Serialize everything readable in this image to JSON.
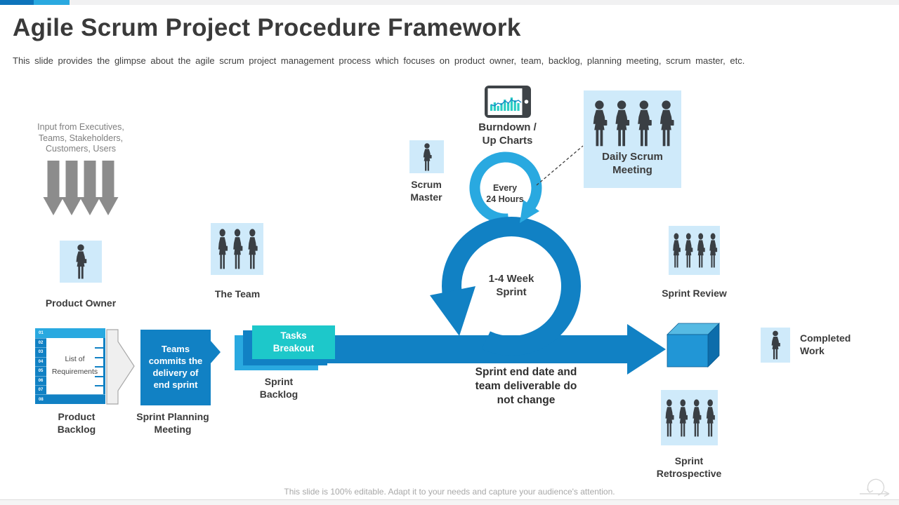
{
  "slide": {
    "title": "Agile Scrum Project Procedure Framework",
    "subtitle": "This slide provides the glimpse about the agile scrum project management process which focuses on product owner, team, backlog, planning meeting, scrum master, etc.",
    "footer": "This slide is 100% editable. Adapt it to your needs and capture your audience's attention."
  },
  "diagram": {
    "input_note": "Input from Executives,\nTeams, Stakeholders,\nCustomers, Users",
    "product_owner_label": "Product Owner",
    "team_label": "The Team",
    "scrum_master_label": "Scrum\nMaster",
    "burndown_label": "Burndown /\nUp Charts",
    "daily_scrum_label": "Daily Scrum\nMeeting",
    "every_24_hours_label": "Every\n24 Hours",
    "sprint_loop_label": "1-4 Week\nSprint",
    "sprint_review_label": "Sprint Review",
    "completed_work_label": "Completed\nWork",
    "sprint_retrospective_label": "Sprint\nRetrospective",
    "arrow_note": "Sprint end date and\nteam deliverable do\nnot change",
    "product_backlog": {
      "row_numbers": [
        "01",
        "02",
        "03",
        "04",
        "05",
        "06",
        "07",
        "08"
      ],
      "panel_text": "List of\nRequirements",
      "label": "Product\nBacklog"
    },
    "sprint_planning": {
      "box_text": "Teams\ncommits the\ndelivery of\nend sprint",
      "label": "Sprint Planning\nMeeting"
    },
    "sprint_backlog": {
      "box_text": "Tasks\nBreakout",
      "label": "Sprint\nBacklog"
    }
  },
  "colors": {
    "primary_blue": "#1181c4",
    "light_blue": "#29a9e0",
    "teal": "#1dc8ca",
    "pale_blue_box": "#cfeafa",
    "silhouette": "#3a3f44",
    "gray_arrow": "#8c8c8c",
    "text_dark": "#3b3b3b",
    "text_gray": "#7f7f7f",
    "footer_gray": "#a8a8a8"
  }
}
